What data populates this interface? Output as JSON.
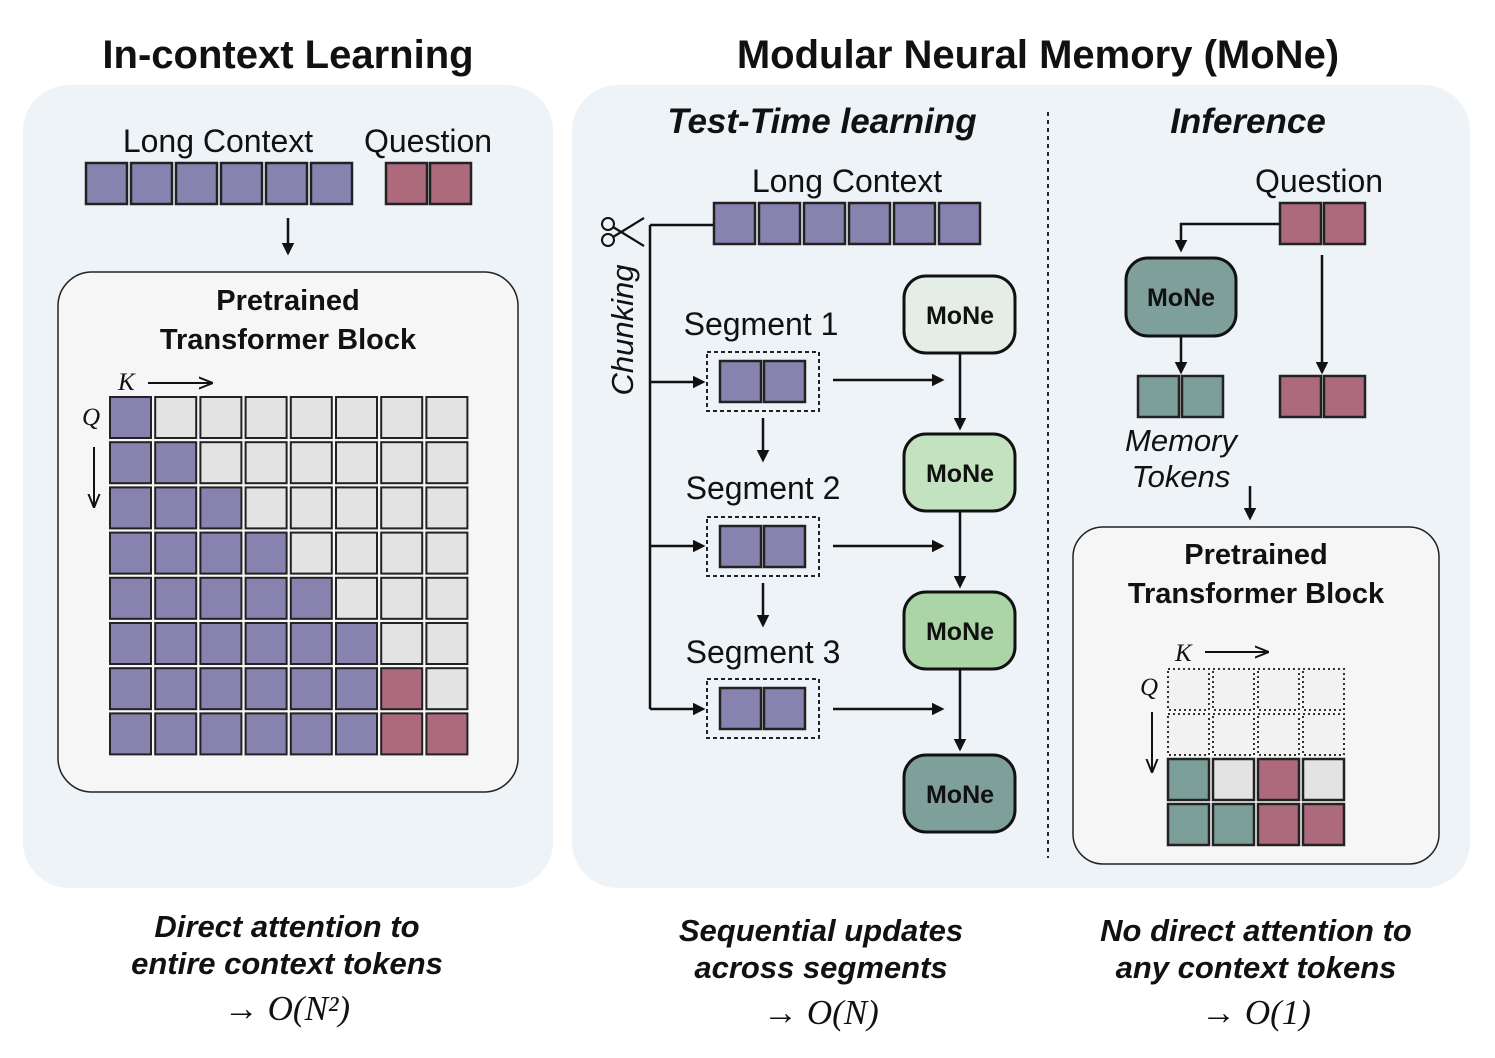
{
  "colors": {
    "context_token": "#8782AE",
    "question_token": "#AD6A7C",
    "memory_token": "#7C9E98",
    "empty_cell": "#E3E3E3",
    "panel_bg": "#EEF3F7",
    "block_bg": "#F6F6F6",
    "mone_1": "#E4EEE6",
    "mone_2": "#C3E3C0",
    "mone_3": "#ABD5A7",
    "mone_4": "#7E9F9A"
  },
  "left": {
    "title": "In-context Learning",
    "long_context_label": "Long Context",
    "question_label": "Question",
    "block_title_line1": "Pretrained",
    "block_title_line2": "Transformer Block",
    "axis_k": "K",
    "axis_q": "Q",
    "attention_matrix": [
      "c-------",
      "cc------",
      "ccc-----",
      "cccc----",
      "ccccc---",
      "cccccc--",
      "ccccccq-",
      "ccccccqq"
    ],
    "caption_line1": "Direct attention to",
    "caption_line2": "entire context tokens",
    "complexity_prefix": "→ ",
    "complexity": "O(N²)"
  },
  "right": {
    "title": "Modular Neural Memory (MoNe)",
    "test_time": {
      "subtitle": "Test-Time learning",
      "long_context_label": "Long Context",
      "chunking_label": "Chunking",
      "scissors_icon": "scissors-icon",
      "segments": [
        "Segment 1",
        "Segment 2",
        "Segment 3"
      ],
      "mone_labels": [
        "MoNe",
        "MoNe",
        "MoNe",
        "MoNe"
      ],
      "caption_line1": "Sequential updates",
      "caption_line2": "across segments",
      "complexity_prefix": "→ ",
      "complexity": "O(N)"
    },
    "inference": {
      "subtitle": "Inference",
      "question_label": "Question",
      "mone_label": "MoNe",
      "memory_tokens_line1": "Memory",
      "memory_tokens_line2": "Tokens",
      "block_title_line1": "Pretrained",
      "block_title_line2": "Transformer Block",
      "axis_k": "K",
      "axis_q": "Q",
      "attention_matrix": [
        "....",
        "....",
        "m-q-",
        "mmqq"
      ],
      "caption_line1": "No direct attention to",
      "caption_line2": "any context tokens",
      "complexity_prefix": "→ ",
      "complexity": "O(1)"
    }
  }
}
